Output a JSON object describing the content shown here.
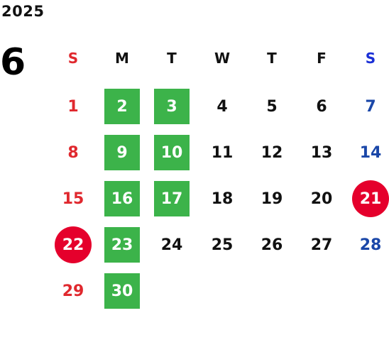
{
  "year": "2025",
  "month": "6",
  "weekdays": [
    {
      "label": "S",
      "kind": "sun"
    },
    {
      "label": "M",
      "kind": "wk"
    },
    {
      "label": "T",
      "kind": "wk"
    },
    {
      "label": "W",
      "kind": "wk"
    },
    {
      "label": "T",
      "kind": "wk"
    },
    {
      "label": "F",
      "kind": "wk"
    },
    {
      "label": "S",
      "kind": "sat"
    }
  ],
  "weeks": [
    [
      {
        "day": "1",
        "kind": "sun"
      },
      {
        "day": "2",
        "highlight": "green"
      },
      {
        "day": "3",
        "highlight": "green"
      },
      {
        "day": "4"
      },
      {
        "day": "5"
      },
      {
        "day": "6"
      },
      {
        "day": "7",
        "kind": "sat"
      }
    ],
    [
      {
        "day": "8",
        "kind": "sun"
      },
      {
        "day": "9",
        "highlight": "green"
      },
      {
        "day": "10",
        "highlight": "green"
      },
      {
        "day": "11"
      },
      {
        "day": "12"
      },
      {
        "day": "13"
      },
      {
        "day": "14",
        "kind": "sat"
      }
    ],
    [
      {
        "day": "15",
        "kind": "sun"
      },
      {
        "day": "16",
        "highlight": "green"
      },
      {
        "day": "17",
        "highlight": "green"
      },
      {
        "day": "18"
      },
      {
        "day": "19"
      },
      {
        "day": "20"
      },
      {
        "day": "21",
        "kind": "sat",
        "highlight": "red"
      }
    ],
    [
      {
        "day": "22",
        "kind": "sun",
        "highlight": "red"
      },
      {
        "day": "23",
        "highlight": "green"
      },
      {
        "day": "24"
      },
      {
        "day": "25"
      },
      {
        "day": "26"
      },
      {
        "day": "27"
      },
      {
        "day": "28",
        "kind": "sat"
      }
    ],
    [
      {
        "day": "29",
        "kind": "sun"
      },
      {
        "day": "30",
        "highlight": "green"
      }
    ]
  ],
  "colors": {
    "sunday": "#e0282e",
    "saturday": "#1a47a8",
    "highlight_green": "#3cb34a",
    "highlight_red": "#e5002c"
  }
}
